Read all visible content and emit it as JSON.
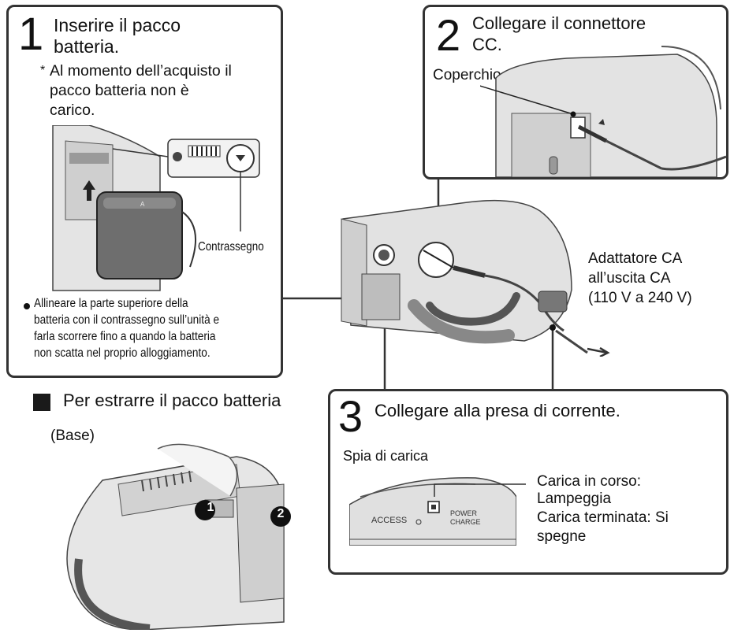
{
  "step1": {
    "number": "1",
    "title_line1": "Inserire il pacco",
    "title_line2": "batteria.",
    "asterisk": "*",
    "note_line1": "Al momento dell’acquisto il",
    "note_line2": "pacco batteria non è",
    "note_line3": "carico.",
    "mark_label": "Contrassegno",
    "instruction_line1": "Allineare la parte superiore della",
    "instruction_line2": "batteria con il contrassegno sull’unità e",
    "instruction_line3": "farla scorrere fino a quando la batteria",
    "instruction_line4": "non scatta nel proprio alloggiamento."
  },
  "step2": {
    "number": "2",
    "title_line1": "Collegare il connettore",
    "title_line2": "CC.",
    "cover_label": "Coperchio"
  },
  "adapter": {
    "line1": "Adattatore CA",
    "line2": "all’uscita CA",
    "line3": "(110 V a 240 V)"
  },
  "remove": {
    "title": "Per estrarre il pacco batteria",
    "base_label": "(Base)",
    "callout1": "1",
    "callout2": "2"
  },
  "step3": {
    "number": "3",
    "title": "Collegare alla presa di corrente.",
    "lamp_label": "Spia di carica",
    "access_label": "ACCESS",
    "power_label1": "POWER",
    "power_label2": "CHARGE",
    "status_line1": "Carica in corso:",
    "status_line2": "Lampeggia",
    "status_line3": "Carica terminata: Si",
    "status_line4": "spegne"
  }
}
